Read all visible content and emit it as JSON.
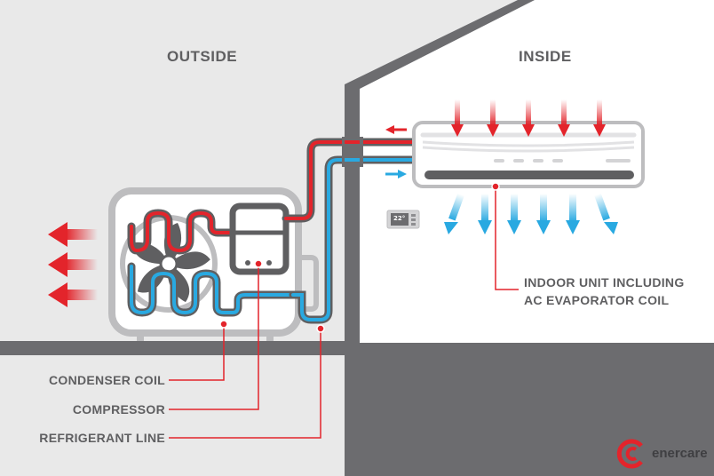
{
  "labels": {
    "outside": "OUTSIDE",
    "inside": "INSIDE",
    "condenser_coil": "CONDENSER COIL",
    "compressor": "COMPRESSOR",
    "refrigerant_line": "REFRIGERANT LINE",
    "indoor_unit_line1": "INDOOR UNIT INCLUDING",
    "indoor_unit_line2": "AC EVAPORATOR COIL"
  },
  "thermostat": {
    "reading": "22°"
  },
  "brand": {
    "name": "enercare",
    "mark": "enercare logo"
  },
  "colors": {
    "hot_refrigerant": "#e3242b",
    "cold_refrigerant": "#29a9e1",
    "wall": "#6c6c6f",
    "ground": "#6c6c6f",
    "unit_outline": "#bdbdbf",
    "callout_line": "#e3242b",
    "label_text": "#5f5f61",
    "indoor_background": "#ffffff",
    "outdoor_background": "#e9e9e9"
  },
  "icons": [
    "hot-air-arrow-icon",
    "cool-air-arrow-icon",
    "fan-icon",
    "thermostat-icon",
    "enercare-logo-icon"
  ]
}
